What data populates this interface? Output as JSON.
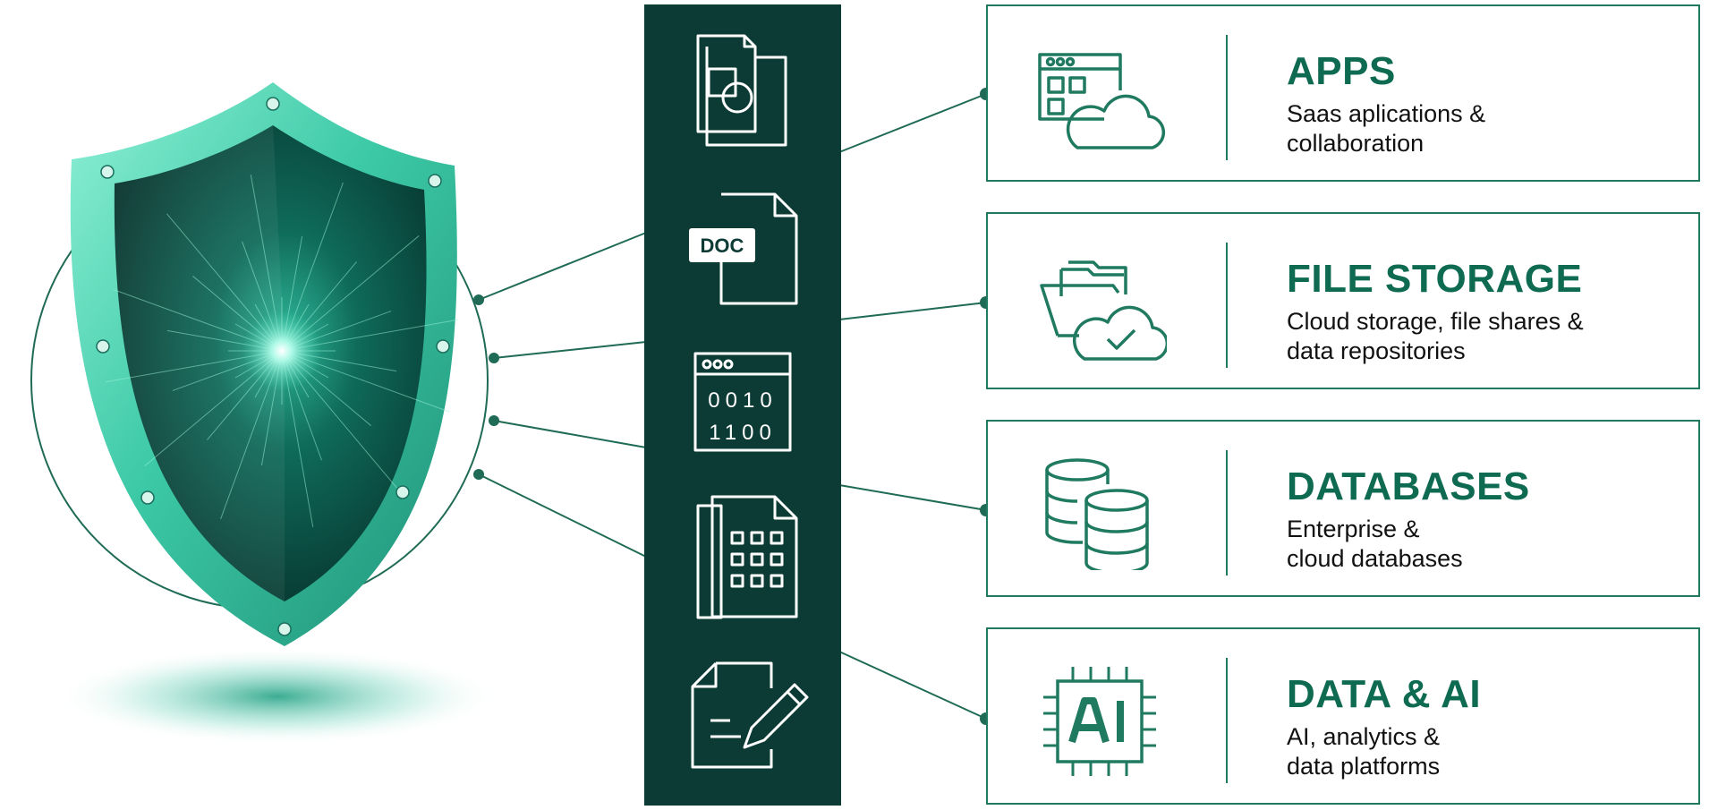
{
  "categories": [
    {
      "title": "APPS",
      "description": "Saas aplications &\ncollaboration",
      "icon": "app-window-cloud-icon"
    },
    {
      "title": "FILE STORAGE",
      "description": "Cloud storage, file shares &\ndata repositories",
      "icon": "folder-cloud-check-icon"
    },
    {
      "title": "DATABASES",
      "description": "Enterprise &\ncloud databases",
      "icon": "database-stack-icon"
    },
    {
      "title": "DATA & AI",
      "description": "AI, analytics &\ndata platforms",
      "icon": "ai-chip-icon"
    }
  ],
  "data_types": [
    {
      "icon": "shapes-document-icon"
    },
    {
      "icon": "doc-file-icon",
      "label": "DOC"
    },
    {
      "icon": "binary-data-icon",
      "rows": [
        "0010",
        "1100"
      ]
    },
    {
      "icon": "spreadsheet-file-icon"
    },
    {
      "icon": "signed-document-icon"
    }
  ],
  "colors": {
    "dark_panel": "#0c3b35",
    "accent": "#0e6a50",
    "line": "#1f6b55",
    "shield": "#3fcfae"
  }
}
